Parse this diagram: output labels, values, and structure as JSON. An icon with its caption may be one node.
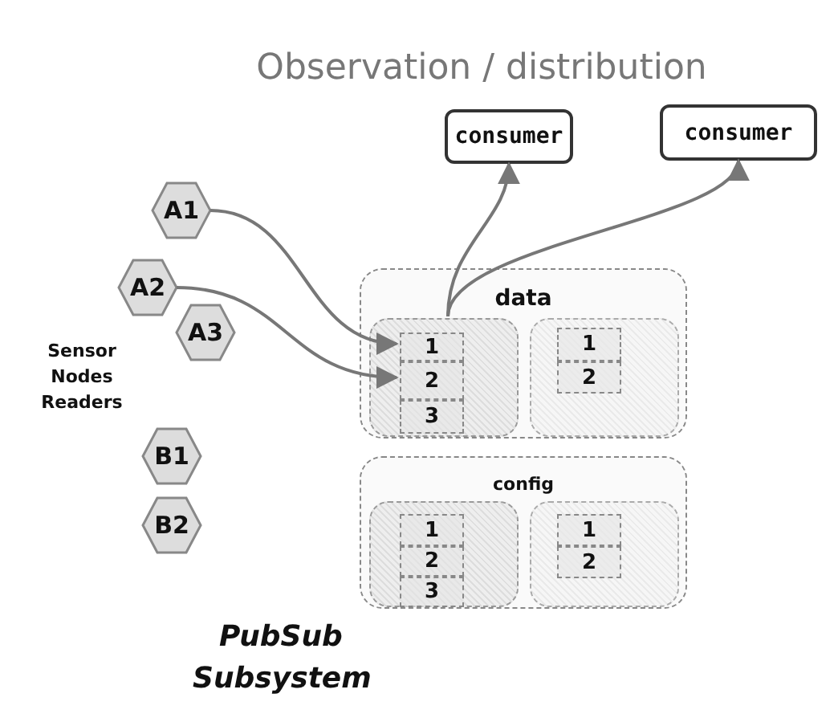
{
  "diagram": {
    "title": "Observation / distribution",
    "nodes": [
      {
        "text": [
          "consumer"
        ]
      },
      {
        "text": [
          "consumer"
        ]
      },
      {
        "text": [
          "A1"
        ]
      },
      {
        "text": [
          "A2"
        ]
      },
      {
        "text": [
          "A3"
        ]
      },
      {
        "text": [
          "B1"
        ]
      },
      {
        "text": [
          "B2"
        ]
      },
      {
        "text": [
          "data"
        ]
      },
      {
        "text": [],
        "shape": "box",
        "in": 7
      },
      {
        "text": [
          "1"
        ],
        "in": 8
      },
      {
        "text": [
          "2"
        ],
        "in": 8
      },
      {
        "text": [
          "3"
        ],
        "in": 8
      },
      {
        "text": [],
        "shape": "box",
        "in": 7
      },
      {
        "text": [
          "1"
        ],
        "in": 12
      },
      {
        "text": [
          "2"
        ],
        "in": 12
      },
      {
        "text": [
          "config"
        ]
      },
      {
        "text": [],
        "shape": "box",
        "in": 15
      },
      {
        "text": [
          "1"
        ],
        "in": 16
      },
      {
        "text": [
          "2"
        ],
        "in": 16
      },
      {
        "text": [
          "3"
        ],
        "in": 16
      },
      {
        "text": [],
        "shape": "box",
        "in": 15
      },
      {
        "text": [
          "1"
        ],
        "in": 20
      },
      {
        "text": [
          "2"
        ],
        "in": 20
      }
    ],
    "edges": [
      {
        "from": 2,
        "to": 9,
        "arrow": "to"
      },
      {
        "from": 3,
        "to": 10,
        "arrow": "to"
      },
      {
        "from": 8,
        "to": 0,
        "arrow": "to"
      },
      {
        "from": 8,
        "to": 1,
        "arrow": "to"
      }
    ],
    "labels": [
      "Sensor Nodes Readers",
      "PubSub Subsystem"
    ]
  }
}
